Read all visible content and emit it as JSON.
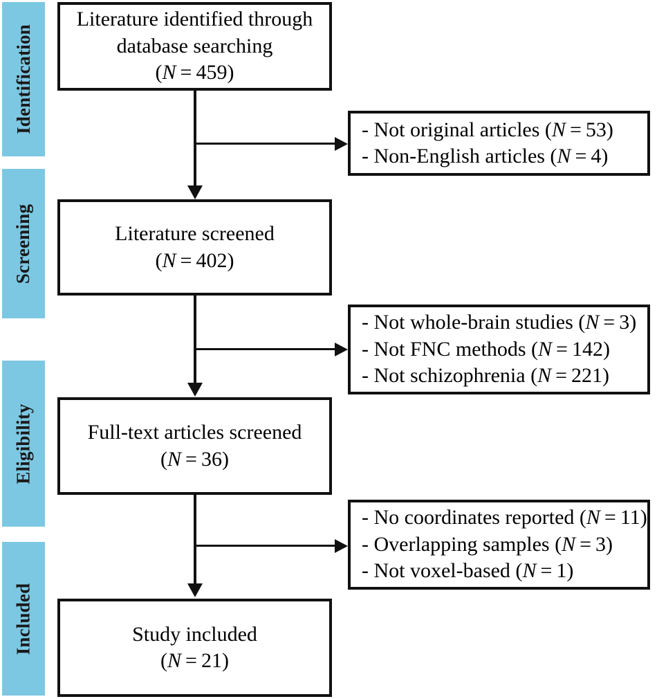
{
  "diagram": {
    "title": "PRISMA study selection flow diagram",
    "accent_color": "#7cc8e3",
    "line_color": "#111111",
    "background_color": "#ffffff"
  },
  "stages": [
    {
      "label": "Identification"
    },
    {
      "label": "Screening"
    },
    {
      "label": "Eligibility"
    },
    {
      "label": "Included"
    }
  ],
  "flow_boxes": [
    {
      "name": "identification-box",
      "lines": [
        "Literature identified through",
        "database searching",
        "(N = 459)"
      ],
      "count_symbol": "N",
      "count_value": "459"
    },
    {
      "name": "screening-box",
      "lines": [
        "Literature screened",
        "(N = 402)"
      ],
      "count_symbol": "N",
      "count_value": "402"
    },
    {
      "name": "eligibility-box",
      "lines": [
        "Full-text articles screened",
        "(N = 36)"
      ],
      "count_symbol": "N",
      "count_value": "36"
    },
    {
      "name": "included-box",
      "lines": [
        "Study included",
        "(N = 21)"
      ],
      "count_symbol": "N",
      "count_value": "21"
    }
  ],
  "exclusion_boxes": [
    {
      "name": "identification-exclusions",
      "items": [
        {
          "text": "- Not original articles (N = 53)",
          "reason": "Not original articles",
          "count": "53"
        },
        {
          "text": "- Non-English articles (N = 4)",
          "reason": "Non-English articles",
          "count": "4"
        }
      ]
    },
    {
      "name": "screening-exclusions",
      "items": [
        {
          "text": "- Not whole-brain studies (N = 3)",
          "reason": "Not whole-brain studies",
          "count": "3"
        },
        {
          "text": "- Not FNC methods (N = 142)",
          "reason": "Not FNC methods",
          "count": "142"
        },
        {
          "text": "- Not schizophrenia (N = 221)",
          "reason": "Not schizophrenia",
          "count": "221"
        }
      ]
    },
    {
      "name": "eligibility-exclusions",
      "items": [
        {
          "text": "- No coordinates reported (N = 11)",
          "reason": "No coordinates reported",
          "count": "11"
        },
        {
          "text": "- Overlapping samples (N = 3)",
          "reason": "Overlapping samples",
          "count": "3"
        },
        {
          "text": "- Not voxel-based (N = 1)",
          "reason": "Not voxel-based",
          "count": "1"
        }
      ]
    }
  ]
}
